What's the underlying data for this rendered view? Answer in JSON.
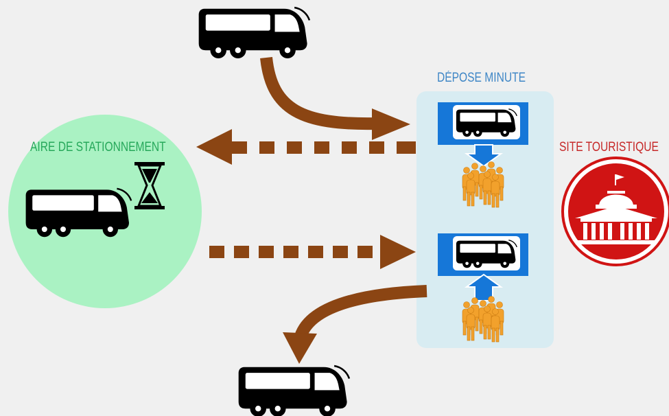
{
  "labels": {
    "parking_area": "AIRE DE STATIONNEMENT",
    "drop_off": "DÉPOSE MINUTE",
    "tourist_site": "SITE TOURISTIQUE"
  },
  "colors": {
    "parking_zone": "#aaf2c3",
    "parking_text": "#26a85a",
    "drop_off_panel": "#d8ecf2",
    "drop_off_text": "#3e86c6",
    "blue_box": "#1677d8",
    "arrow": "#8b4513",
    "site": "#d01414",
    "site_text": "#c62828",
    "people": "#f2a12c"
  },
  "icons": {
    "bus": "bus-icon",
    "hourglass": "hourglass-icon",
    "people": "people-group-icon",
    "monument": "monument-icon"
  }
}
